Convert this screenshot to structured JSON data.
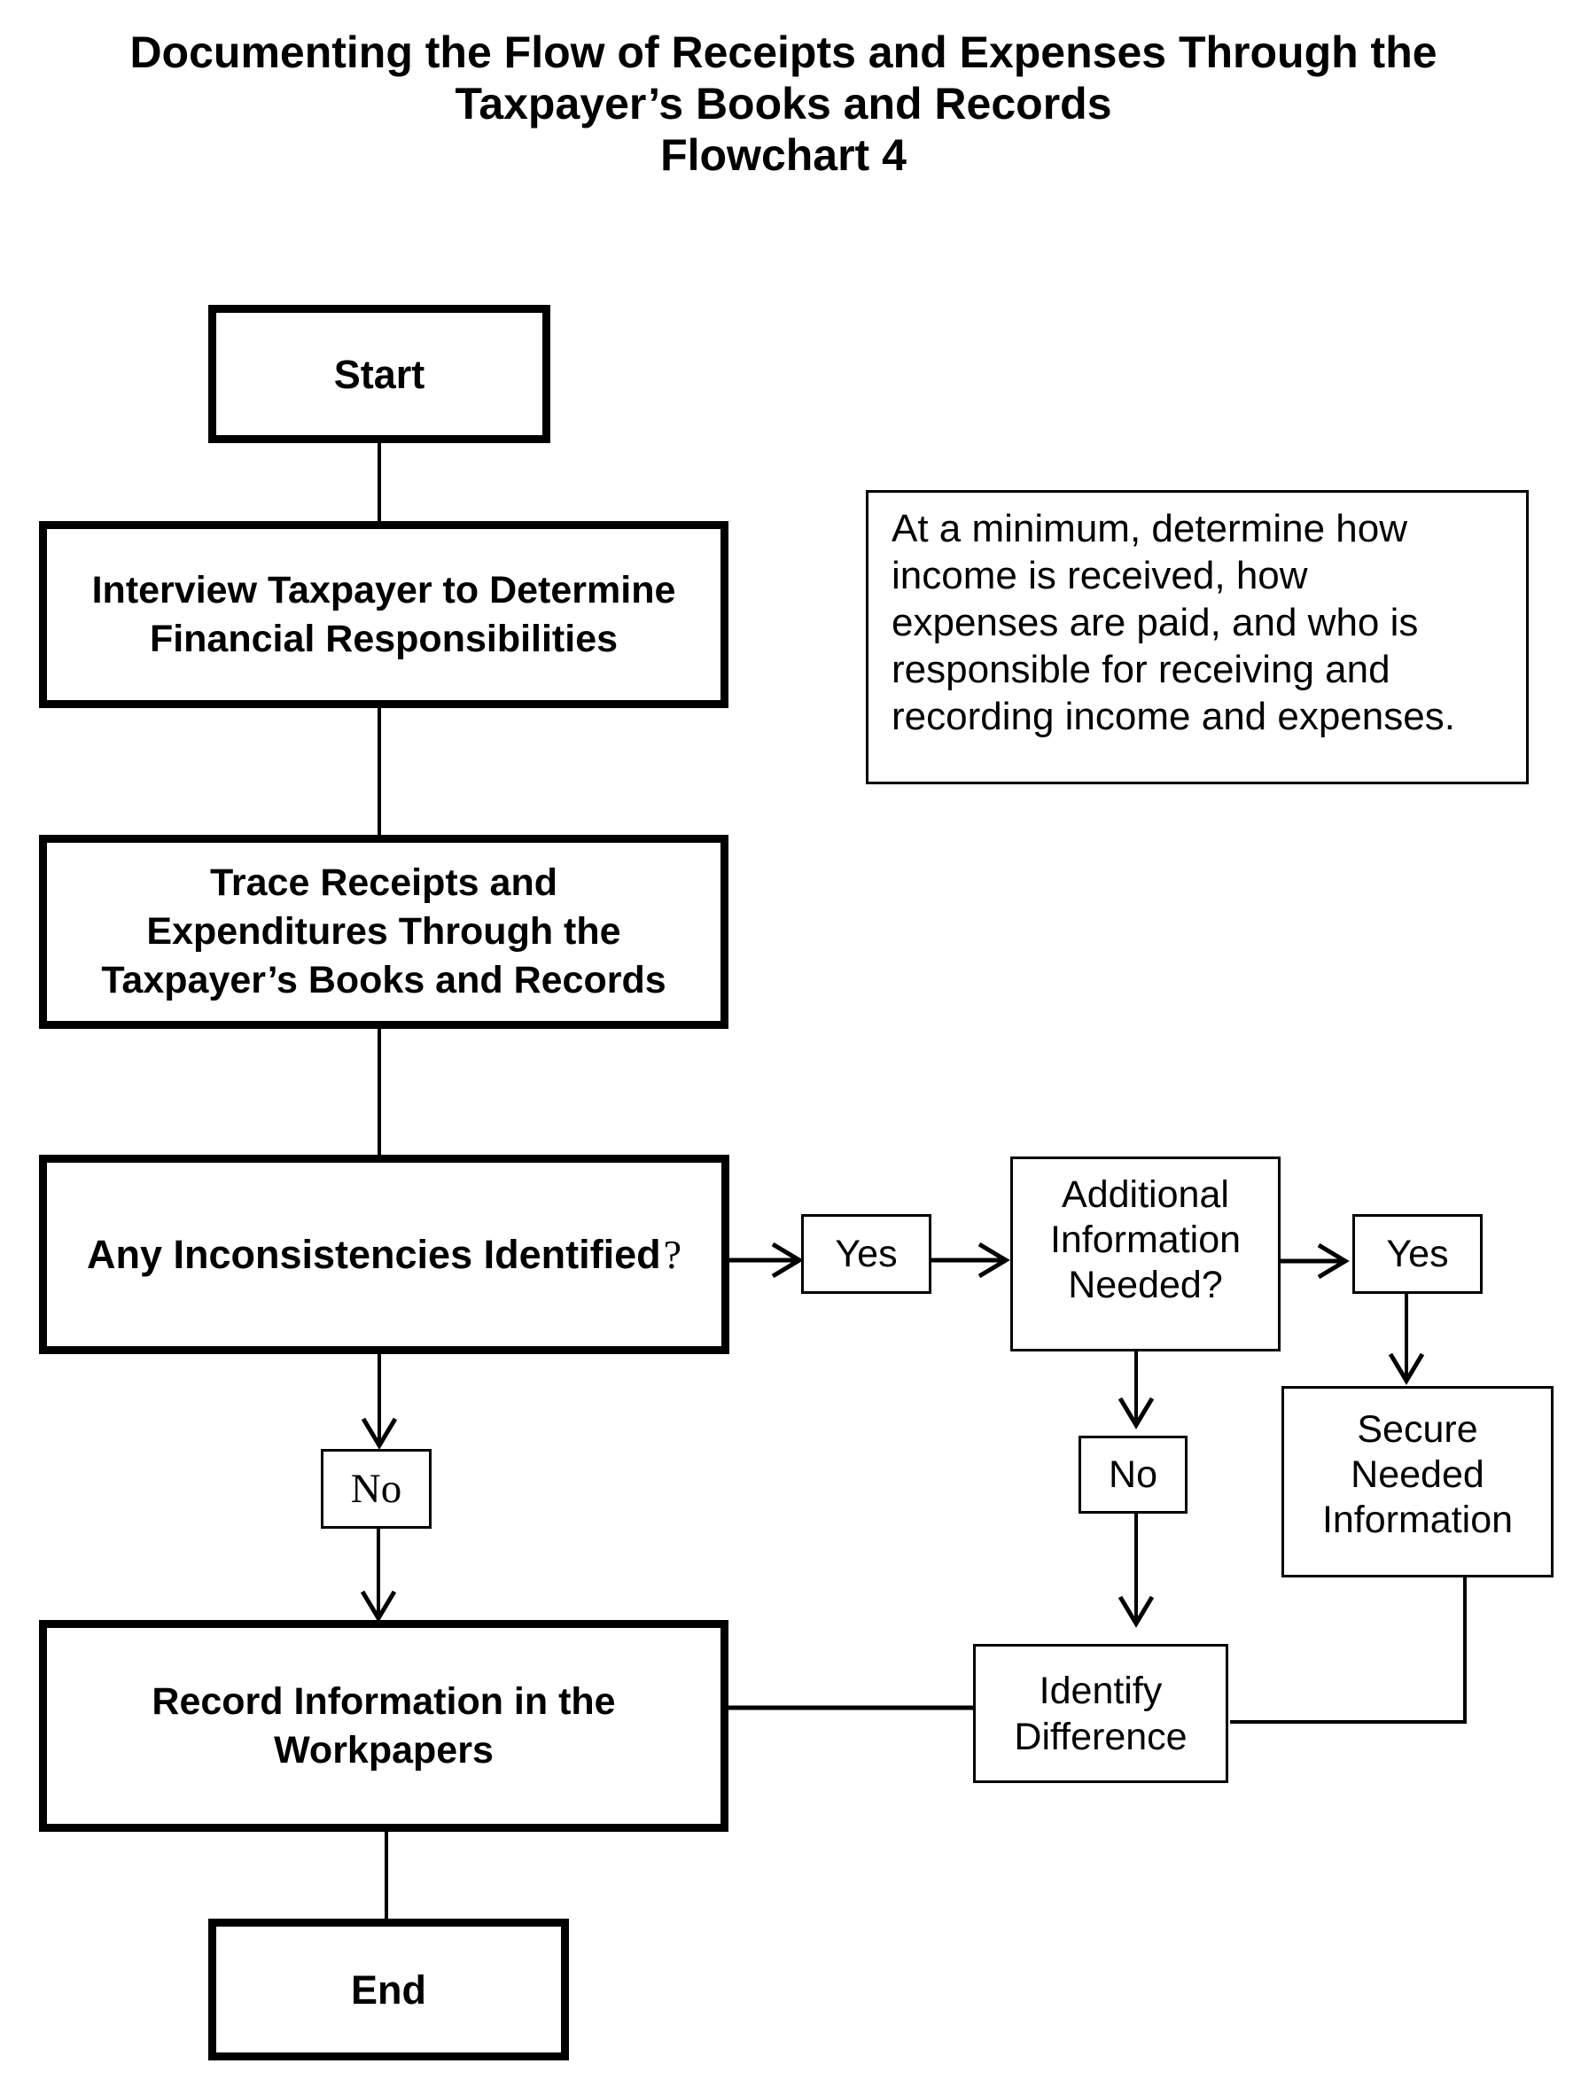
{
  "title": "Documenting the Flow of Receipts and Expenses Through the\nTaxpayer’s Books and Records\nFlowchart 4",
  "colors": {
    "ink": "#000000",
    "background": "#ffffff"
  },
  "nodes": {
    "start": {
      "label": "Start"
    },
    "interview": {
      "label": "Interview Taxpayer to Determine\nFinancial Responsibilities"
    },
    "note": {
      "label": "At a minimum, determine how\nincome is received, how\nexpenses are paid, and who is\nresponsible for receiving and\nrecording income and expenses."
    },
    "trace": {
      "label": "Trace Receipts and\nExpenditures Through the\nTaxpayer’s Books and Records"
    },
    "inconsistencies": {
      "label": "Any Inconsistencies Identified",
      "qmark": "?"
    },
    "yes_inconsistencies": {
      "label": "Yes"
    },
    "additional_info": {
      "label": "Additional\nInformation\nNeeded?"
    },
    "yes_additional": {
      "label": "Yes"
    },
    "secure": {
      "label": "Secure\nNeeded\nInformation"
    },
    "no_additional": {
      "label": "No"
    },
    "no_inconsistencies": {
      "label": "No"
    },
    "identify": {
      "label": "Identify\nDifference"
    },
    "record": {
      "label": "Record Information in the\nWorkpapers"
    },
    "end": {
      "label": "End"
    }
  }
}
